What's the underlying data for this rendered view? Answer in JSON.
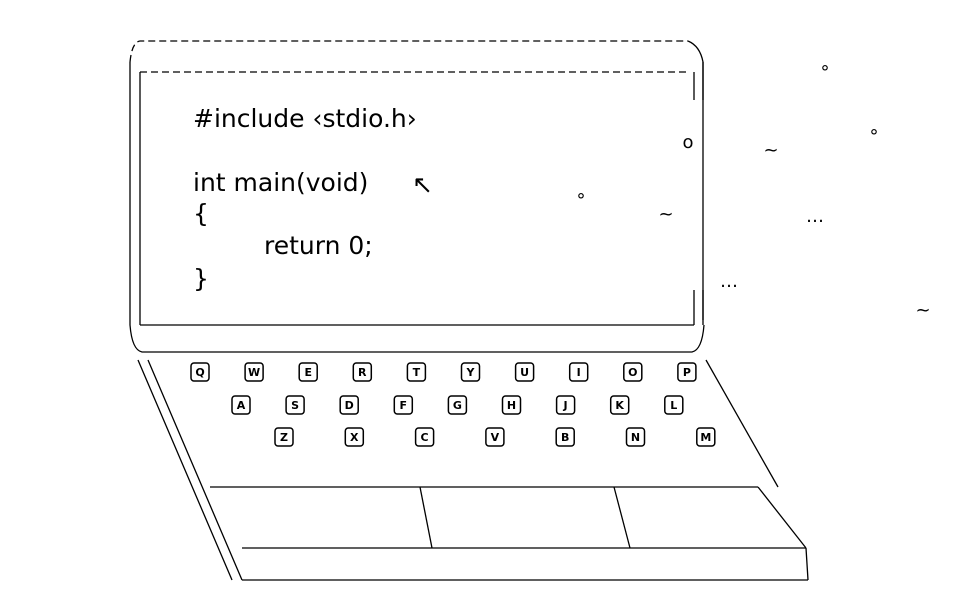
{
  "screen": {
    "code_lines": [
      "#include ‹stdio.h›",
      "int main(void)",
      "{",
      "return 0;",
      "}"
    ],
    "cursor_glyph": "↖"
  },
  "keyboard": {
    "rows": [
      [
        "Q",
        "W",
        "E",
        "R",
        "T",
        "Y",
        "U",
        "I",
        "O",
        "P"
      ],
      [
        "A",
        "S",
        "D",
        "F",
        "G",
        "H",
        "J",
        "K",
        "L"
      ],
      [
        "Z",
        "X",
        "C",
        "V",
        "B",
        "N",
        "M"
      ]
    ]
  },
  "decorations": {
    "symbols": [
      "°",
      "o",
      "~",
      "°",
      "°",
      "~",
      "…",
      "…",
      "~"
    ]
  }
}
